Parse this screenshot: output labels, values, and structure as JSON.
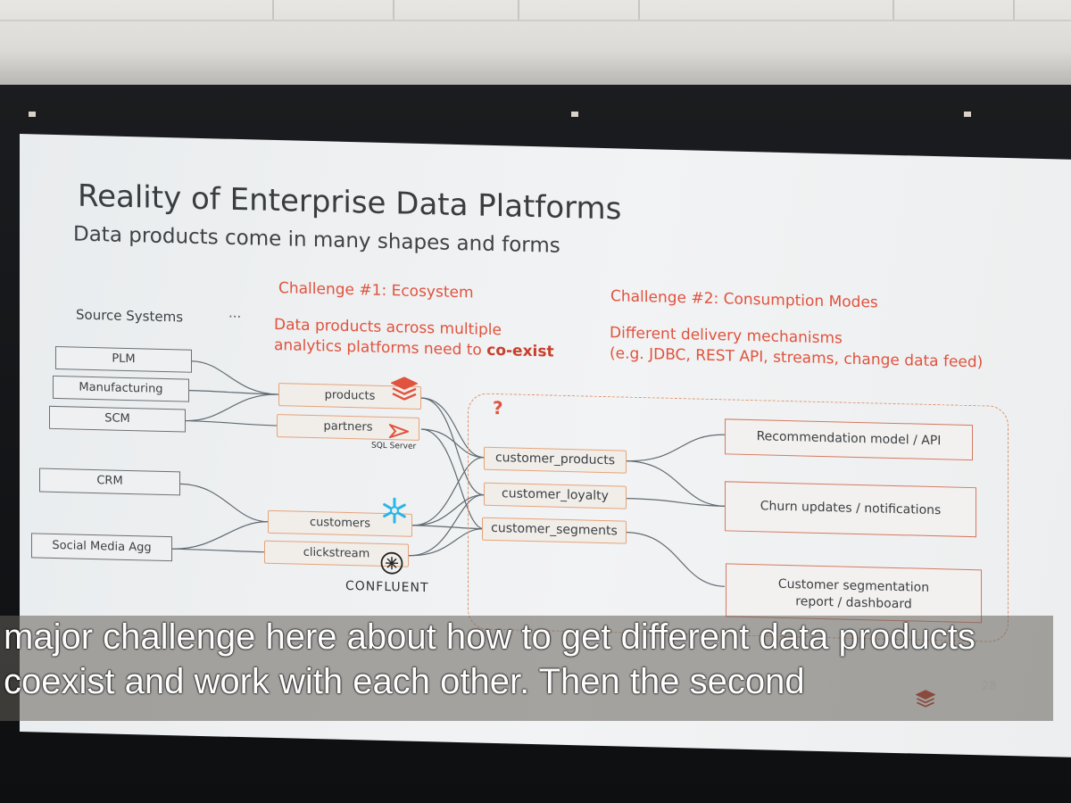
{
  "slide": {
    "title": "Reality of Enterprise Data Platforms",
    "subtitle": "Data products come in many shapes and forms",
    "page_number": "28"
  },
  "columns": {
    "source_header": "Source Systems",
    "source_ellipsis": "···",
    "challenge1_title": "Challenge #1: Ecosystem",
    "challenge1_line1": "Data products across multiple",
    "challenge1_line2_pre": "analytics platforms need to ",
    "challenge1_line2_bold": "co-exist",
    "challenge2_title": "Challenge #2: Consumption Modes",
    "challenge2_line1": "Different delivery mechanisms",
    "challenge2_line2": "(e.g. JDBC, REST API, streams, change data feed)"
  },
  "sources": [
    "PLM",
    "Manufacturing",
    "SCM",
    "CRM",
    "Social Media Agg"
  ],
  "data_products": [
    "products",
    "partners",
    "customers",
    "clickstream"
  ],
  "platform_labels": {
    "sql_server": "SQL Server",
    "confluent": "CONFLUENT"
  },
  "question_mark": "?",
  "consumer_products": [
    "customer_products",
    "customer_loyalty",
    "customer_segments"
  ],
  "consumption_modes": [
    "Recommendation model / API",
    "Churn updates / notifications",
    "Customer segmentation",
    "report / dashboard"
  ],
  "caption": {
    "line1": "major challenge here about how to get different data products",
    "line2": "coexist and work with each other. Then the second"
  },
  "colors": {
    "accent": "#e0533e",
    "databricks": "#e0533e",
    "snowflake": "#29b5e8"
  }
}
